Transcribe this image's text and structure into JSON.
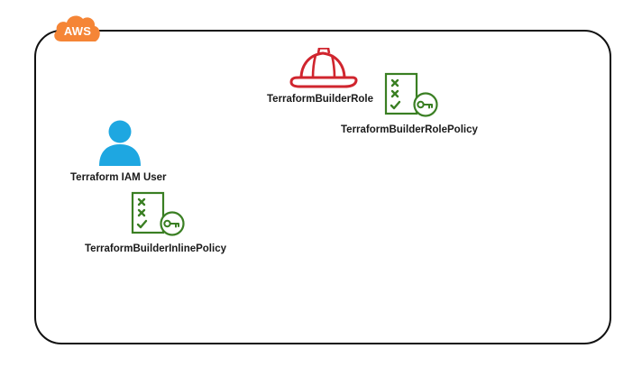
{
  "diagram": {
    "group": {
      "label": "AWS",
      "accent_color": "#F58536"
    },
    "nodes": {
      "iam_user": {
        "label": "Terraform IAM User",
        "icon": "user-icon",
        "color": "#1EA7E1"
      },
      "inline_policy": {
        "label": "TerraformBuilderInlinePolicy",
        "icon": "policy-document-icon",
        "color": "#3A7F23"
      },
      "role": {
        "label": "TerraformBuilderRole",
        "icon": "hard-hat-icon",
        "color": "#D0252E"
      },
      "role_policy": {
        "label": "TerraformBuilderRolePolicy",
        "icon": "policy-document-icon",
        "color": "#3A7F23"
      }
    }
  }
}
